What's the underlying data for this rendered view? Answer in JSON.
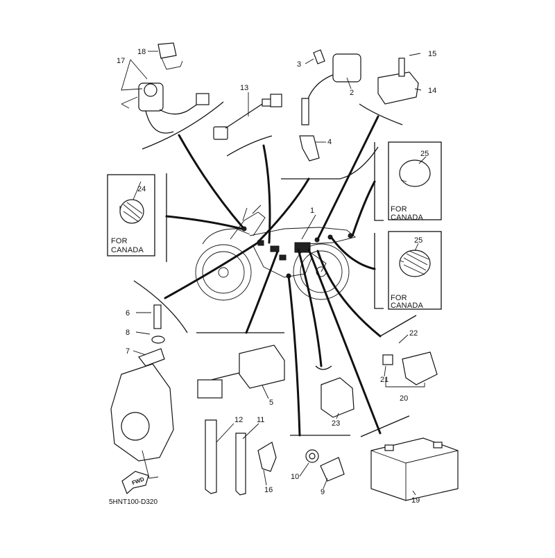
{
  "diagram": {
    "drawing_code": "5HNT100-D320",
    "fwd_label": "FWD",
    "region_note": "FOR CANADA",
    "callouts": [
      {
        "id": "1",
        "label": "1"
      },
      {
        "id": "2",
        "label": "2"
      },
      {
        "id": "3",
        "label": "3"
      },
      {
        "id": "4",
        "label": "4"
      },
      {
        "id": "5",
        "label": "5"
      },
      {
        "id": "6",
        "label": "6"
      },
      {
        "id": "7",
        "label": "7"
      },
      {
        "id": "8",
        "label": "8"
      },
      {
        "id": "9",
        "label": "9"
      },
      {
        "id": "10",
        "label": "10"
      },
      {
        "id": "11",
        "label": "11"
      },
      {
        "id": "12",
        "label": "12"
      },
      {
        "id": "13",
        "label": "13"
      },
      {
        "id": "14",
        "label": "14"
      },
      {
        "id": "15",
        "label": "15"
      },
      {
        "id": "16",
        "label": "16"
      },
      {
        "id": "17",
        "label": "17"
      },
      {
        "id": "18",
        "label": "18"
      },
      {
        "id": "19",
        "label": "19"
      },
      {
        "id": "20",
        "label": "20"
      },
      {
        "id": "21",
        "label": "21"
      },
      {
        "id": "22",
        "label": "22"
      },
      {
        "id": "23",
        "label": "23"
      },
      {
        "id": "24",
        "label": "24"
      },
      {
        "id": "25a",
        "label": "25"
      },
      {
        "id": "25b",
        "label": "25"
      }
    ]
  }
}
